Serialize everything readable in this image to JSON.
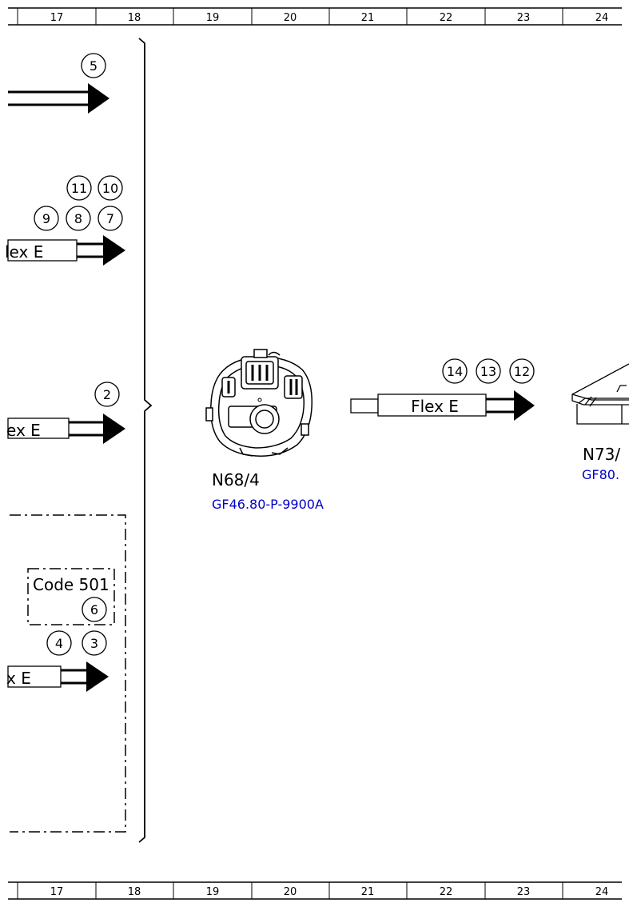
{
  "grid": {
    "columns": [
      "17",
      "18",
      "19",
      "20",
      "21",
      "22",
      "23",
      "24"
    ]
  },
  "bubbles": {
    "b5": "5",
    "b11": "11",
    "b10": "10",
    "b9": "9",
    "b8": "8",
    "b7": "7",
    "b2": "2",
    "b6": "6",
    "b4": "4",
    "b3": "3",
    "b14": "14",
    "b13": "13",
    "b12": "12"
  },
  "connectors": {
    "left_1": "lex E",
    "left_2": "ex E",
    "left_3": "x E",
    "main": "Flex E"
  },
  "option_box": {
    "label": "Code 501"
  },
  "components": {
    "n68": {
      "label": "N68/4",
      "doc": "GF46.80-P-9900A"
    },
    "n73": {
      "label": "N73/",
      "doc": "GF80."
    }
  }
}
